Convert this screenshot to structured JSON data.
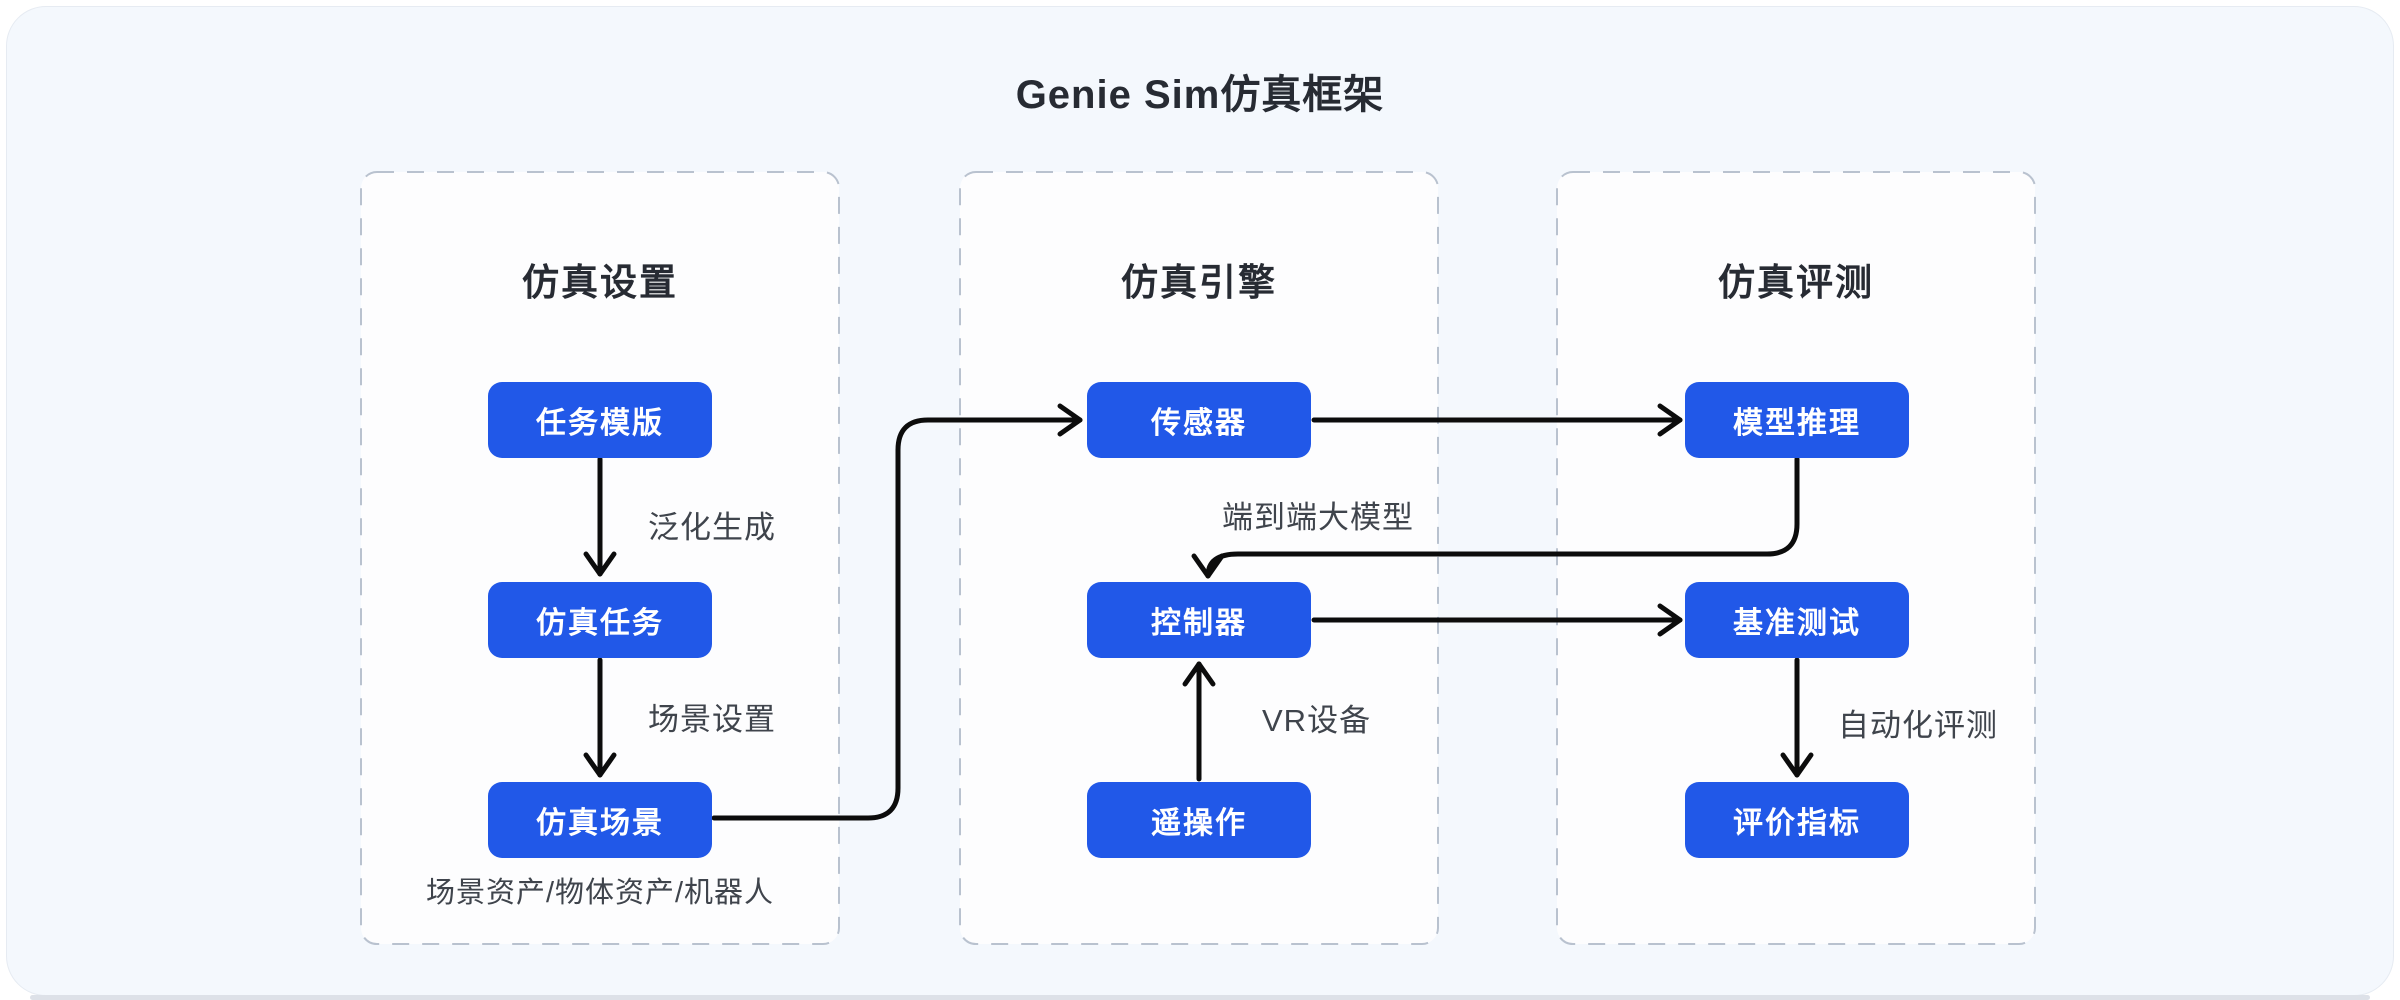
{
  "title": "Genie Sim仿真框架",
  "columns": [
    {
      "header": "仿真设置",
      "nodes": [
        "任务模版",
        "仿真任务",
        "仿真场景"
      ],
      "footnote": "场景资产/物体资产/机器人"
    },
    {
      "header": "仿真引擎",
      "nodes": [
        "传感器",
        "控制器",
        "遥操作"
      ]
    },
    {
      "header": "仿真评测",
      "nodes": [
        "模型推理",
        "基准测试",
        "评价指标"
      ]
    }
  ],
  "edge_labels": {
    "generalization": "泛化生成",
    "scene_setup": "场景设置",
    "e2e_model": "端到端大模型",
    "vr_device": "VR设备",
    "auto_eval": "自动化评测"
  },
  "edges": [
    {
      "from": "任务模版",
      "to": "仿真任务",
      "label": "泛化生成"
    },
    {
      "from": "仿真任务",
      "to": "仿真场景",
      "label": "场景设置"
    },
    {
      "from": "仿真场景",
      "to": "传感器",
      "label": ""
    },
    {
      "from": "传感器",
      "to": "模型推理",
      "label": ""
    },
    {
      "from": "模型推理",
      "to": "控制器",
      "label": "端到端大模型"
    },
    {
      "from": "遥操作",
      "to": "控制器",
      "label": "VR设备"
    },
    {
      "from": "控制器",
      "to": "基准测试",
      "label": ""
    },
    {
      "from": "基准测试",
      "to": "评价指标",
      "label": "自动化评测"
    }
  ],
  "colors": {
    "background": "#f4f8fd",
    "panel_fill": "#fdfdfe",
    "panel_border": "#b9c2cf",
    "node_fill": "#2158e8",
    "node_text": "#ffffff",
    "heading_text": "#272b33",
    "label_text": "#3f444c",
    "arrow": "#0c0c0c",
    "bottom_strip": "#dde1e8"
  }
}
